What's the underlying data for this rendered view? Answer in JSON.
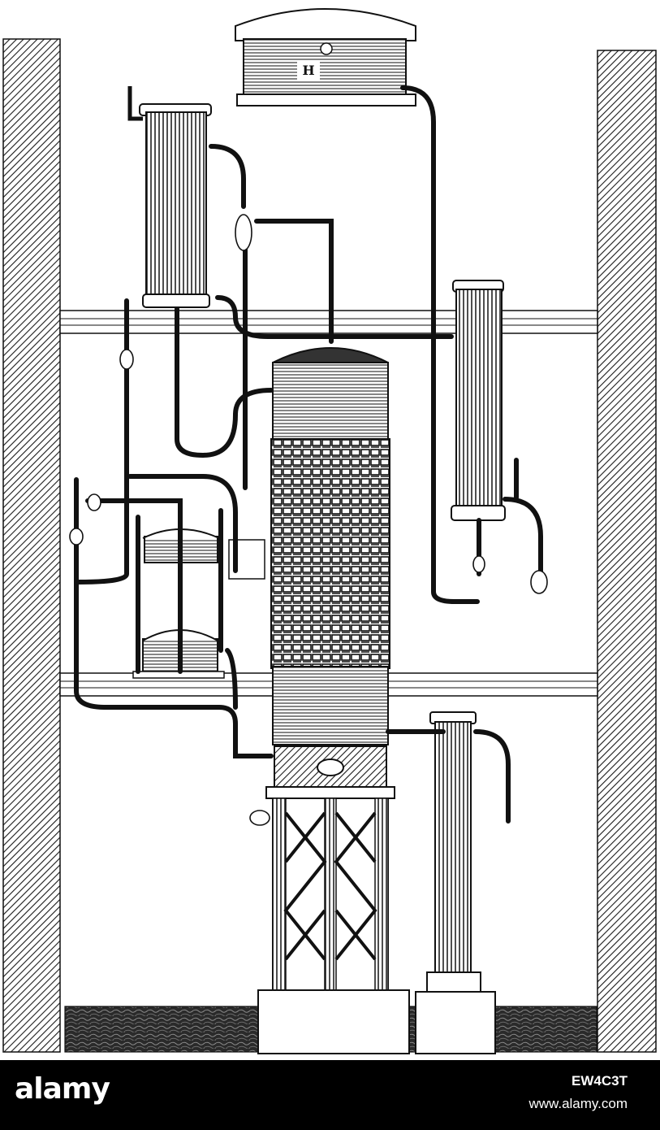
{
  "illustration": {
    "tank_letter": "H"
  },
  "footer": {
    "brand": "alamy",
    "image_id": "EW4C3T",
    "site": "www.alamy.com"
  }
}
